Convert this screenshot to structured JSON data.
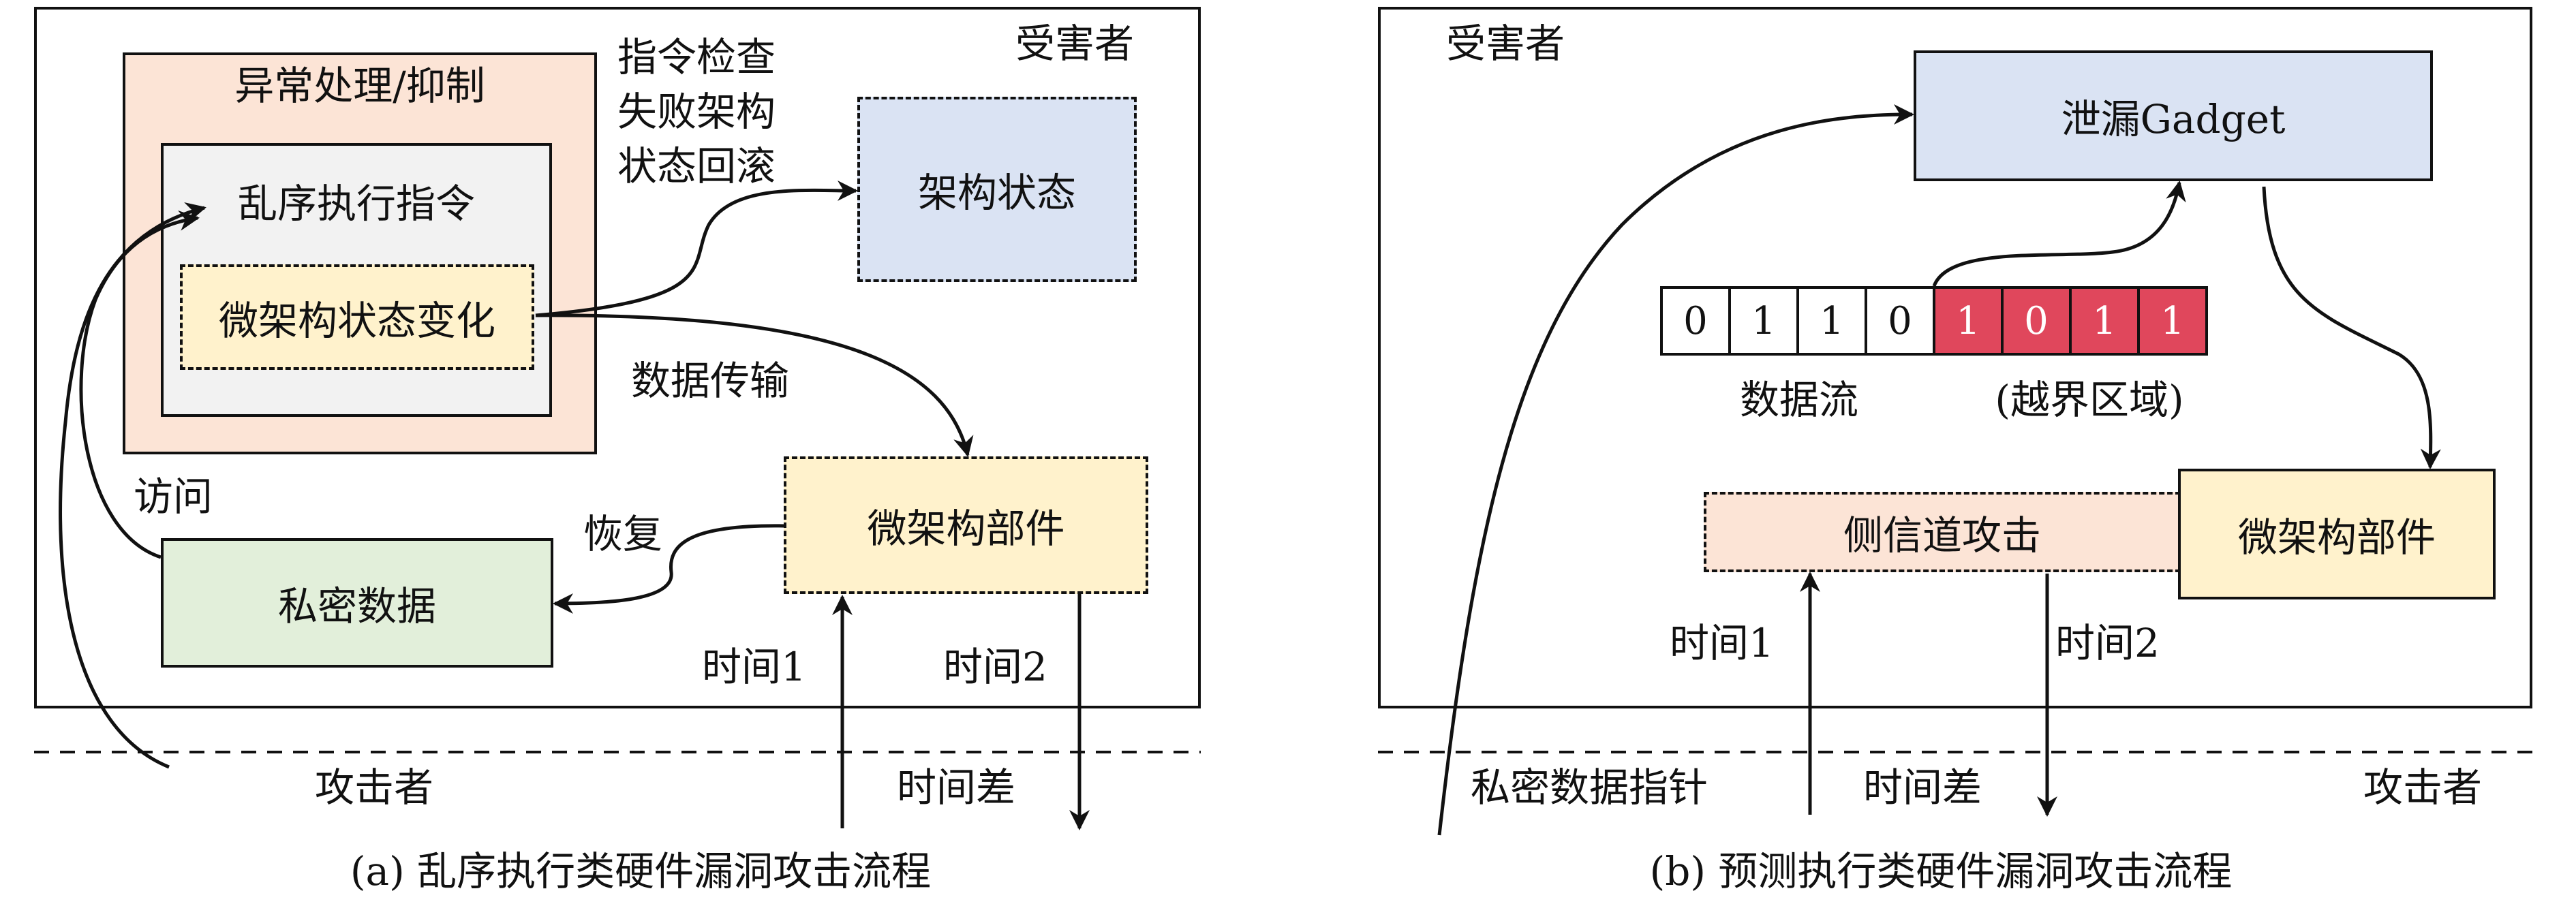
{
  "left": {
    "victim_label": "受害者",
    "exception_title": "异常处理/抑制",
    "ooo_label": "乱序执行指令",
    "uarch_change_label": "微架构状态变化",
    "check_lines": [
      "指令检查",
      "失败架构",
      "状态回滚"
    ],
    "arch_state_label": "架构状态",
    "data_transfer_label": "数据传输",
    "access_label": "访问",
    "restore_label": "恢复",
    "uarch_component_label": "微架构部件",
    "secret_label": "私密数据",
    "time1_label": "时间1",
    "time2_label": "时间2",
    "attacker_label": "攻击者",
    "time_diff_label": "时间差",
    "caption": "(a) 乱序执行类硬件漏洞攻击流程"
  },
  "right": {
    "victim_label": "受害者",
    "gadget_label": "泄漏Gadget",
    "bits": [
      "0",
      "1",
      "1",
      "0",
      "1",
      "0",
      "1",
      "1"
    ],
    "bit_kinds": [
      "normal",
      "normal",
      "normal",
      "normal",
      "oob",
      "oob",
      "oob",
      "oob"
    ],
    "stream_label": "数据流",
    "oob_label": "(越界区域)",
    "side_channel_label": "侧信道攻击",
    "uarch_component_label": "微架构部件",
    "time1_label": "时间1",
    "time2_label": "时间2",
    "secret_ptr_label": "私密数据指针",
    "time_diff_label": "时间差",
    "attacker_label": "攻击者",
    "caption": "(b) 预测执行类硬件漏洞攻击流程"
  },
  "colors": {
    "orange_fill": "#fce4d6",
    "grey_fill": "#f2f2f2",
    "yellow_fill": "#fff2cc",
    "blue_fill": "#dae3f3",
    "green_fill": "#e2efda",
    "red_fill": "#e0475c"
  }
}
